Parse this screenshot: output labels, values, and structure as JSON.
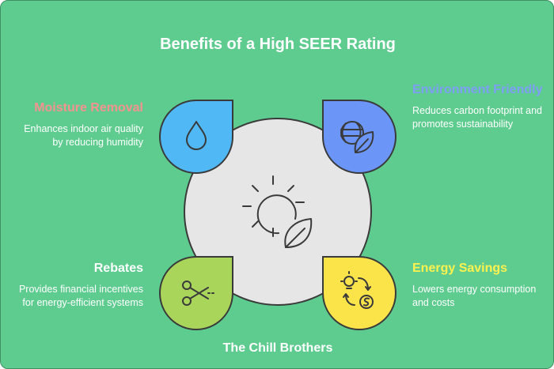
{
  "title": "Benefits of a High SEER Rating",
  "footer": "The Chill Brothers",
  "items": {
    "moisture": {
      "label": "Moisture Removal",
      "description": "Enhances indoor air quality by reducing humidity",
      "color": "#4fb8f5"
    },
    "environment": {
      "label": "Environment Friendly",
      "description": "Reduces carbon footprint and promotes sustainability",
      "color": "#6b95f7"
    },
    "rebates": {
      "label": "Rebates",
      "description": "Provides financial incentives for energy-efficient systems",
      "color": "#a9d65a"
    },
    "energy": {
      "label": "Energy Savings",
      "description": "Lowers energy consumption and costs",
      "color": "#fbe34a"
    }
  },
  "center": {
    "icon": "sun-leaf-icon",
    "color": "#e6e6e6"
  },
  "colors": {
    "background": "#5ecc8f",
    "outline": "#3a3a3a"
  }
}
